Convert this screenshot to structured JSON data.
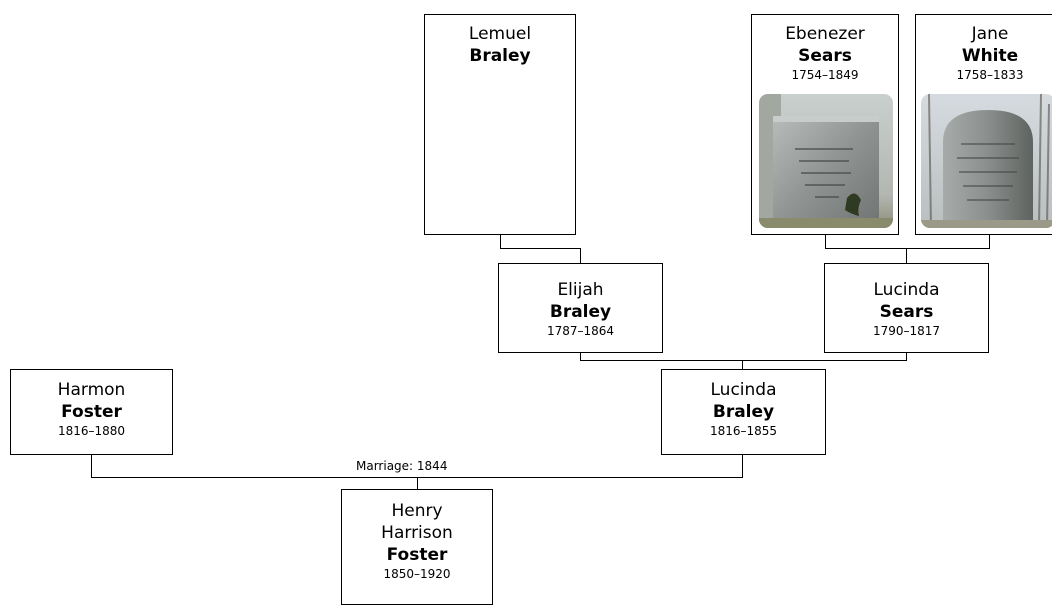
{
  "people": {
    "lemuel": {
      "given": "Lemuel",
      "surname": "Braley",
      "dates": ""
    },
    "ebenezer": {
      "given": "Ebenezer",
      "surname": "Sears",
      "dates": "1754–1849",
      "photo": "gravestone-photo"
    },
    "jane": {
      "given": "Jane",
      "surname": "White",
      "dates": "1758–1833",
      "photo": "gravestone-photo"
    },
    "elijah": {
      "given": "Elijah",
      "surname": "Braley",
      "dates": "1787–1864"
    },
    "lucinda_sears": {
      "given": "Lucinda",
      "surname": "Sears",
      "dates": "1790–1817"
    },
    "harmon": {
      "given": "Harmon",
      "surname": "Foster",
      "dates": "1816–1880"
    },
    "lucinda_braley": {
      "given": "Lucinda",
      "surname": "Braley",
      "dates": "1816–1855"
    },
    "henry": {
      "given": "Henry Harrison",
      "surname": "Foster",
      "dates": "1850–1920"
    }
  },
  "marriage_label": "Marriage: 1844",
  "colors": {
    "border": "#000000",
    "background": "#ffffff",
    "stone_light": "#a7aba9",
    "stone_dark": "#5f6360"
  }
}
